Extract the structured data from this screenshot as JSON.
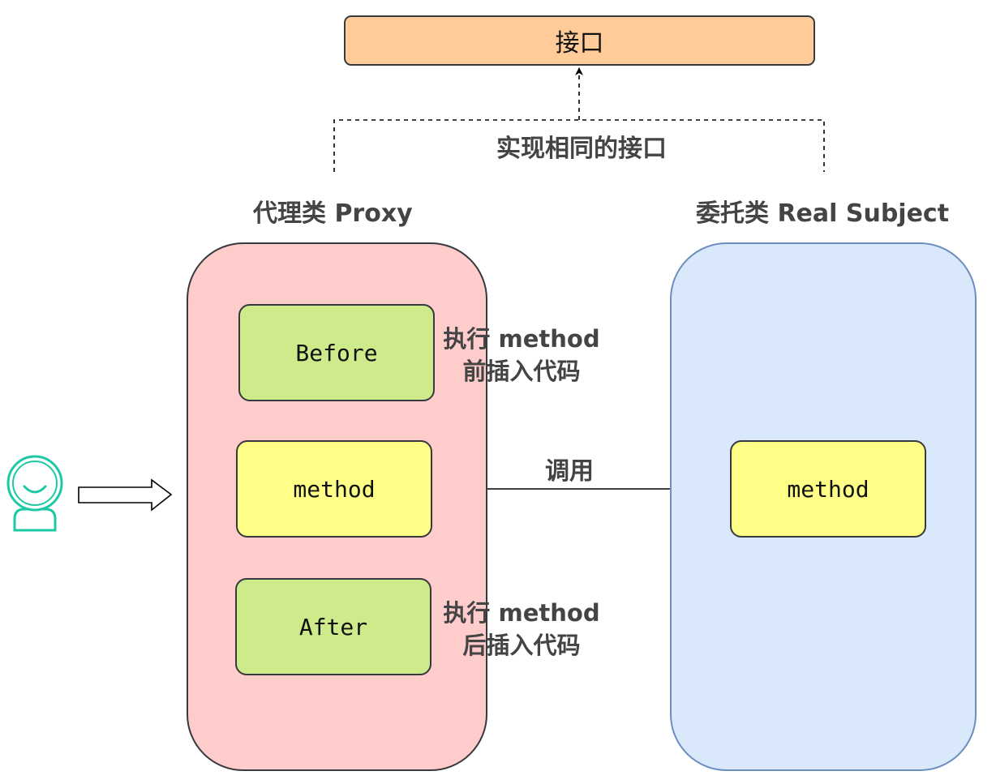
{
  "interface": {
    "label": "接口"
  },
  "implements_note": "实现相同的接口",
  "proxy": {
    "title": "代理类 Proxy",
    "before_label": "Before",
    "method_label": "method",
    "after_label": "After",
    "before_note_line1": "执行 method",
    "before_note_line2": "前插入代码",
    "after_note_line1": "执行 method",
    "after_note_line2": "后插入代码"
  },
  "real_subject": {
    "title": "委托类 Real Subject",
    "method_label": "method"
  },
  "call_label": "调用",
  "icons": {
    "user": "user-icon",
    "input_arrow": "hollow-right-arrow-icon"
  },
  "colors": {
    "interface_fill": "#ffcc99",
    "proxy_fill": "#ffcccc",
    "real_fill": "#dae8fc",
    "real_stroke": "#6c8ebf",
    "green_fill": "#cdeb8b",
    "yellow_fill": "#ffff88",
    "user_icon": "#1dc9a4"
  }
}
